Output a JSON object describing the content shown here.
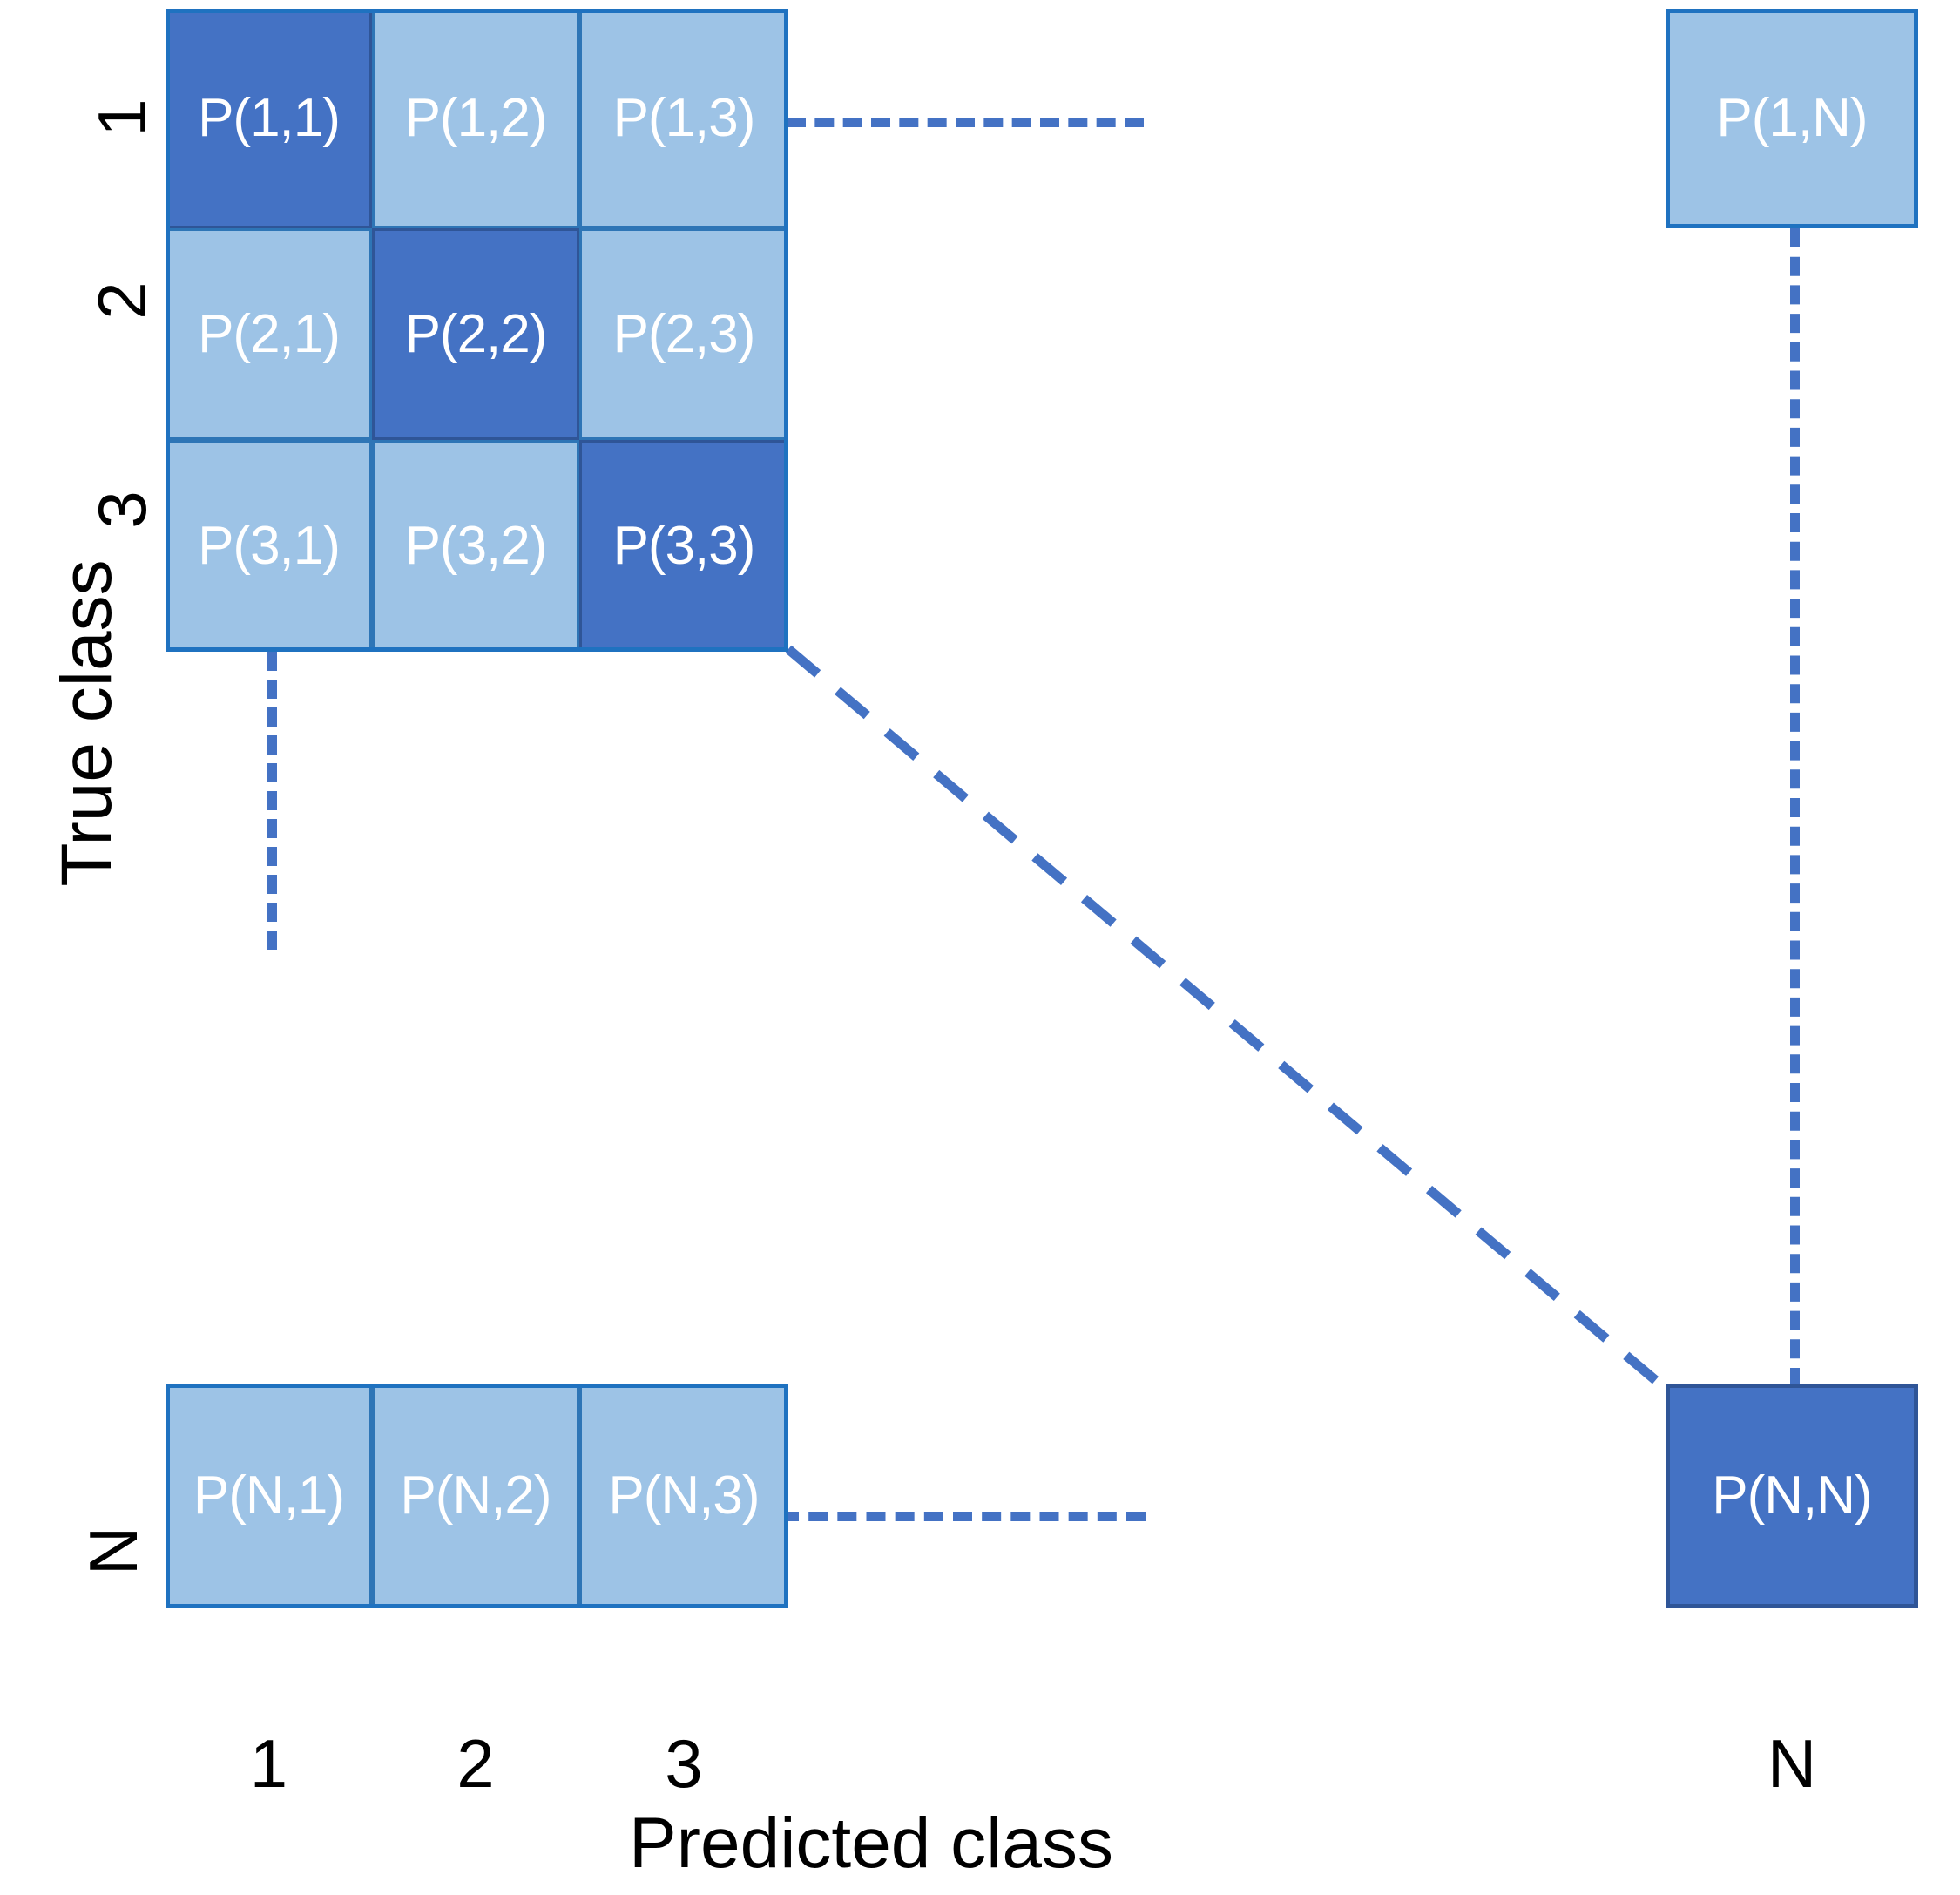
{
  "chart_data": {
    "type": "heatmap",
    "title": "",
    "xlabel": "Predicted class",
    "ylabel": "True class",
    "x_tick_labels": [
      "1",
      "2",
      "3",
      "N"
    ],
    "y_tick_labels": [
      "1",
      "2",
      "3",
      "N"
    ],
    "legend": [],
    "grid": false,
    "colors": {
      "diagonal_fill": "#4472C4",
      "offdiagonal_fill": "#9DC3E6",
      "cell_border": "#2E75B6",
      "frame_border": "#1F72C0",
      "connector": "#4472C4",
      "text_on_cell": "#FFFFFF",
      "label_text": "#000000"
    },
    "cells": [
      {
        "id": "c11",
        "label": "P(1,1)",
        "row": "1",
        "col": "1",
        "shade": "dark"
      },
      {
        "id": "c12",
        "label": "P(1,2)",
        "row": "1",
        "col": "2",
        "shade": "light"
      },
      {
        "id": "c13",
        "label": "P(1,3)",
        "row": "1",
        "col": "3",
        "shade": "light"
      },
      {
        "id": "c1N",
        "label": "P(1,N)",
        "row": "1",
        "col": "N",
        "shade": "light"
      },
      {
        "id": "c21",
        "label": "P(2,1)",
        "row": "2",
        "col": "1",
        "shade": "light"
      },
      {
        "id": "c22",
        "label": "P(2,2)",
        "row": "2",
        "col": "2",
        "shade": "dark"
      },
      {
        "id": "c23",
        "label": "P(2,3)",
        "row": "2",
        "col": "3",
        "shade": "light"
      },
      {
        "id": "c31",
        "label": "P(3,1)",
        "row": "3",
        "col": "1",
        "shade": "light"
      },
      {
        "id": "c32",
        "label": "P(3,2)",
        "row": "3",
        "col": "2",
        "shade": "light"
      },
      {
        "id": "c33",
        "label": "P(3,3)",
        "row": "3",
        "col": "3",
        "shade": "dark"
      },
      {
        "id": "cN1",
        "label": "P(N,1)",
        "row": "N",
        "col": "1",
        "shade": "light"
      },
      {
        "id": "cN2",
        "label": "P(N,2)",
        "row": "N",
        "col": "2",
        "shade": "light"
      },
      {
        "id": "cN3",
        "label": "P(N,3)",
        "row": "N",
        "col": "3",
        "shade": "light"
      },
      {
        "id": "cNN",
        "label": "P(N,N)",
        "row": "N",
        "col": "N",
        "shade": "dark"
      }
    ],
    "connectors": [
      {
        "id": "row1-ellipsis",
        "from": "P(1,3)",
        "to": "P(1,N)",
        "orientation": "horizontal"
      },
      {
        "id": "colN-ellipsis",
        "from": "P(1,N)",
        "to": "P(N,N)",
        "orientation": "vertical"
      },
      {
        "id": "col1-ellipsis",
        "from": "P(3,1)",
        "to": "P(N,1)",
        "orientation": "vertical"
      },
      {
        "id": "rowN-ellipsis",
        "from": "P(N,3)",
        "to": "P(N,N)",
        "orientation": "horizontal"
      },
      {
        "id": "diag-ellipsis",
        "from": "P(3,3)",
        "to": "P(N,N)",
        "orientation": "diagonal"
      }
    ]
  },
  "matrix": {
    "row_labels": {
      "r1": "1",
      "r2": "2",
      "r3": "3",
      "rN": "N"
    },
    "col_labels": {
      "c1": "1",
      "c2": "2",
      "c3": "3",
      "cN": "N"
    },
    "cell_text": {
      "c11": "P(1,1)",
      "c12": "P(1,2)",
      "c13": "P(1,3)",
      "c1N": "P(1,N)",
      "c21": "P(2,1)",
      "c22": "P(2,2)",
      "c23": "P(2,3)",
      "c31": "P(3,1)",
      "c32": "P(3,2)",
      "c33": "P(3,3)",
      "cN1": "P(N,1)",
      "cN2": "P(N,2)",
      "cN3": "P(N,3)",
      "cNN": "P(N,N)"
    }
  },
  "axes": {
    "y_title": "True class",
    "x_title": "Predicted class"
  }
}
